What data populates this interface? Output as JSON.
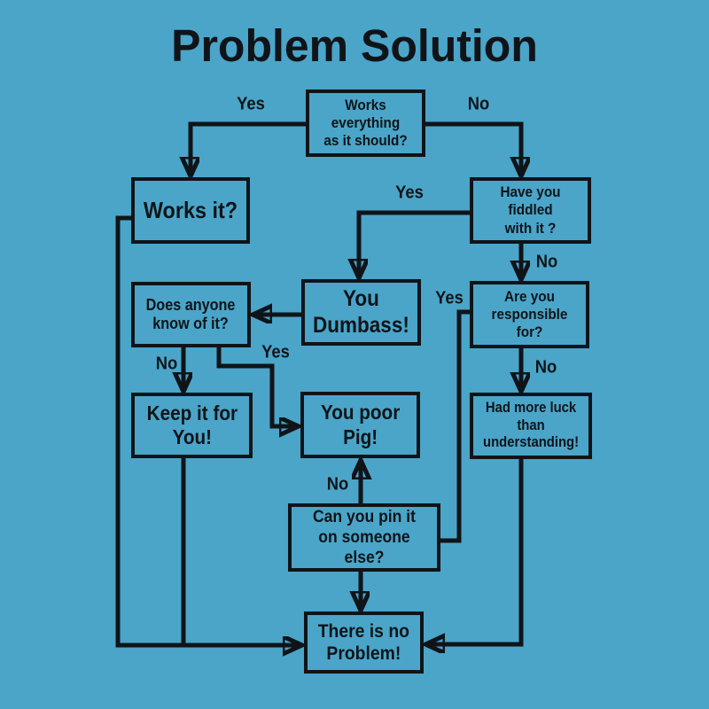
{
  "title": "Problem Solution",
  "colors": {
    "background": "#4AA5C9",
    "ink": "#101418"
  },
  "nodes": {
    "works_everything": {
      "label": "Works everything\nas it should?"
    },
    "works_it": {
      "label": "Works it?"
    },
    "fiddled": {
      "label": "Have you fiddled\nwith it ?"
    },
    "dumbass": {
      "label": "You\nDumbass!"
    },
    "anyone_knows": {
      "label": "Does anyone\nknow of it?"
    },
    "responsible": {
      "label": "Are you\nresponsible for?"
    },
    "keep_it": {
      "label": "Keep it for\nYou!"
    },
    "poor_pig": {
      "label": "You poor\nPig!"
    },
    "luck": {
      "label": "Had more luck\nthan\nunderstanding!"
    },
    "pin_it": {
      "label": "Can you pin it\non someone else?"
    },
    "no_problem": {
      "label": "There is no\nProblem!"
    }
  },
  "edge_labels": {
    "root_yes": "Yes",
    "root_no": "No",
    "fiddled_yes": "Yes",
    "fiddled_no": "No",
    "responsible_yes": "Yes",
    "responsible_no": "No",
    "anyone_no": "No",
    "anyone_yes": "Yes",
    "pin_no": "No"
  }
}
